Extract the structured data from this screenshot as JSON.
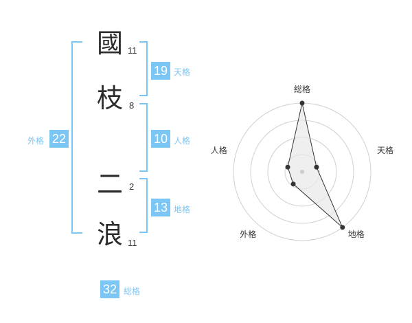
{
  "name": {
    "characters": [
      {
        "char": "國",
        "strokes": "11"
      },
      {
        "char": "枝",
        "strokes": "8"
      },
      {
        "char": "二",
        "strokes": "2"
      },
      {
        "char": "浪",
        "strokes": "11"
      }
    ]
  },
  "kaku": {
    "tenkaku": {
      "value": "19",
      "label": "天格"
    },
    "jinkaku": {
      "value": "10",
      "label": "人格"
    },
    "chikaku": {
      "value": "13",
      "label": "地格"
    },
    "gaikaku": {
      "value": "22",
      "label": "外格"
    },
    "soukaku": {
      "value": "32",
      "label": "総格"
    }
  },
  "colors": {
    "accent": "#7cc6f5",
    "text": "#2b2b2b",
    "radar_line": "#333333",
    "radar_fill": "#e8e8e8",
    "radar_grid": "#d0d0d0"
  },
  "chart_data": {
    "type": "radar",
    "axes": [
      "総格",
      "天格",
      "地格",
      "外格",
      "人格"
    ],
    "values": [
      1.0,
      0.22,
      1.0,
      0.22,
      0.22
    ],
    "rings": 4
  }
}
